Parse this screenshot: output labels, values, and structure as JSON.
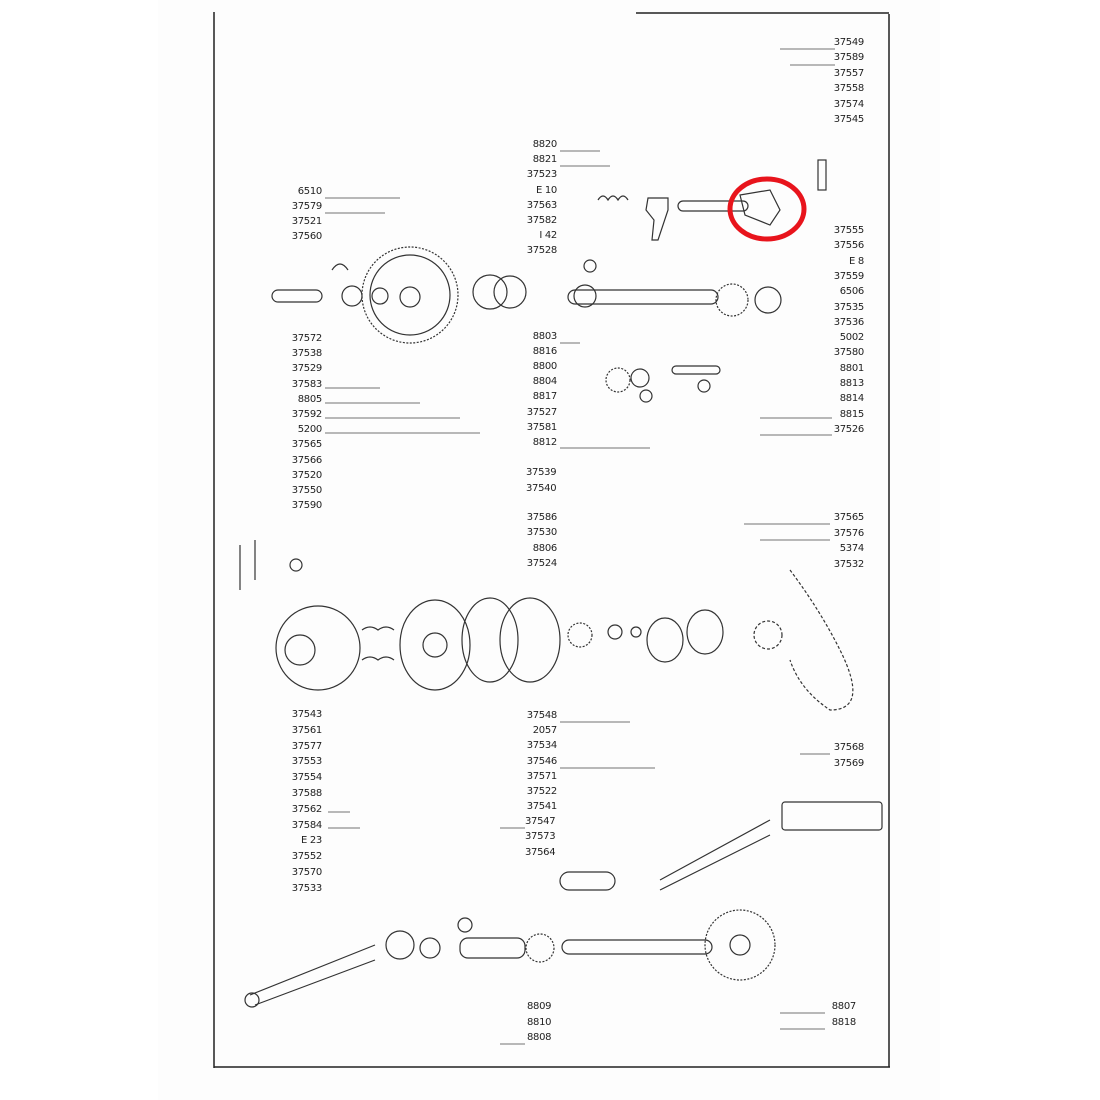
{
  "diagram": {
    "type": "exploded parts diagram",
    "highlight_color": "#e8141c",
    "labels": {
      "left_upper": [
        "6510",
        "37579",
        "37521",
        "37560"
      ],
      "left_middle": [
        "37572",
        "37538",
        "37529",
        "37583",
        "8805",
        "37592",
        "5200",
        "37565",
        "37566",
        "37520",
        "37550",
        "37590"
      ],
      "center_upper": [
        "8820",
        "8821",
        "37523",
        "E 10",
        "37563",
        "37582",
        "I 42",
        "37528"
      ],
      "center_middle": [
        "8803",
        "8816",
        "8800",
        "8804",
        "8817",
        "37527",
        "37581",
        "8812"
      ],
      "right_upper": [
        "37549",
        "37589",
        "37557",
        "37558",
        "37574",
        "37545"
      ],
      "right_middle": [
        "37555",
        "37556",
        "E 8",
        "37559",
        "6506",
        "37535",
        "37536",
        "5002",
        "37580",
        "8801",
        "8813",
        "8814",
        "8815",
        "37526"
      ],
      "clutch_top": [
        "37539",
        "37540"
      ],
      "clutch_mid": [
        "37586",
        "37530",
        "8806",
        "37524"
      ],
      "sprocket": [
        "37565",
        "37576",
        "5374",
        "37532"
      ],
      "left_lower": [
        "37543",
        "37561",
        "37577",
        "37553",
        "37554",
        "37588",
        "37562",
        "37584",
        "E 23",
        "37552",
        "37570",
        "37533"
      ],
      "center_lower": [
        "37548",
        "2057",
        "37534",
        "37546",
        "37571",
        "37522",
        "37541"
      ],
      "fork_group": [
        "37547",
        "37573",
        "37564"
      ],
      "shaft_group": [
        "8809",
        "8810",
        "8808"
      ],
      "pedal_group": [
        "37568",
        "37569"
      ],
      "chainwheel_group": [
        "8807",
        "8818"
      ]
    }
  }
}
